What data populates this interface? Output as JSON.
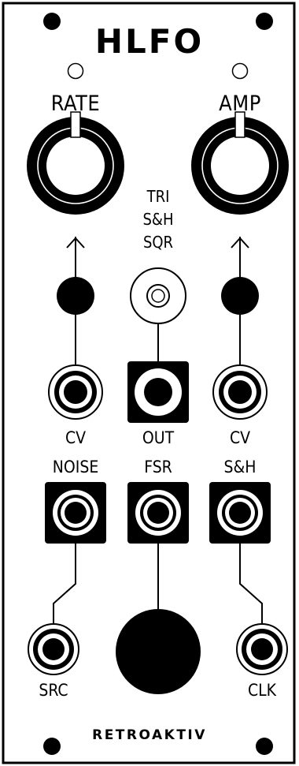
{
  "module": {
    "title": "HLFO",
    "brand": "RETROAKTIV"
  },
  "controls": {
    "rate_label": "RATE",
    "amp_label": "AMP",
    "waveform_selector": [
      "TRI",
      "S&H",
      "SQR"
    ]
  },
  "jacks": {
    "rate_cv_label": "CV",
    "out_label": "OUT",
    "amp_cv_label": "CV",
    "noise_label": "NOISE",
    "fsr_label": "FSR",
    "sh_label": "S&H",
    "src_label": "SRC",
    "clk_label": "CLK"
  },
  "colors": {
    "panel": "#ffffff",
    "ink": "#000000",
    "border": "#000000"
  }
}
